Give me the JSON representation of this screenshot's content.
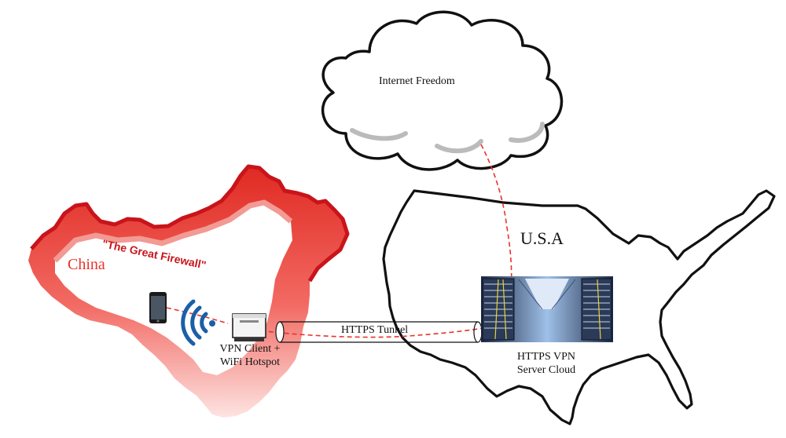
{
  "cloud": {
    "label": "Internet Freedom"
  },
  "usa": {
    "label": "U.S.A"
  },
  "china": {
    "label": "China",
    "firewall_label": "\"The Great Firewall\"",
    "color": "#e8332c"
  },
  "vpn_client": {
    "line1": "VPN Client +",
    "line2": "WiFi Hotspot"
  },
  "tunnel": {
    "label": "HTTPS Tunnel"
  },
  "server": {
    "line1": "HTTPS VPN",
    "line2": "Server Cloud"
  },
  "icons": [
    "cloud-icon",
    "smartphone-icon",
    "wifi-icon",
    "router-icon",
    "server-rack-icon"
  ],
  "colors": {
    "connection_line": "#e8332c",
    "wifi": "#1b5fa8",
    "outline": "#111111"
  }
}
